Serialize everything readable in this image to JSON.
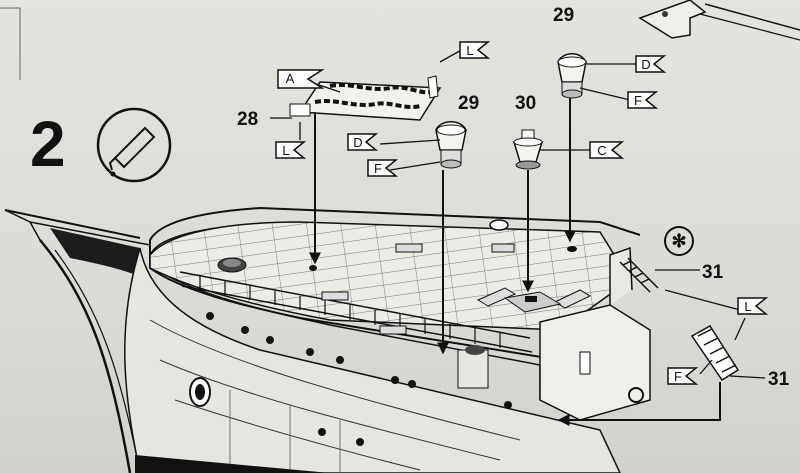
{
  "step": {
    "number": "2"
  },
  "part_numbers": {
    "glue_rack": "28",
    "ventilator_left": "29",
    "bollard": "30",
    "ventilator_right": "29",
    "ladder_upper": "31",
    "ladder_lower": "31"
  },
  "flags": {
    "rack_a": "A",
    "rack_l": "L",
    "glue_l": "L",
    "vent_left_d": "D",
    "vent_left_f": "F",
    "vent_right_d": "D",
    "vent_right_f": "F",
    "bollard_c": "C",
    "ladder_l": "L",
    "ladder_f": "F"
  },
  "symbols": {
    "asterisk": "✻"
  },
  "icons": {
    "glue_tube": "glue-tube-icon"
  }
}
